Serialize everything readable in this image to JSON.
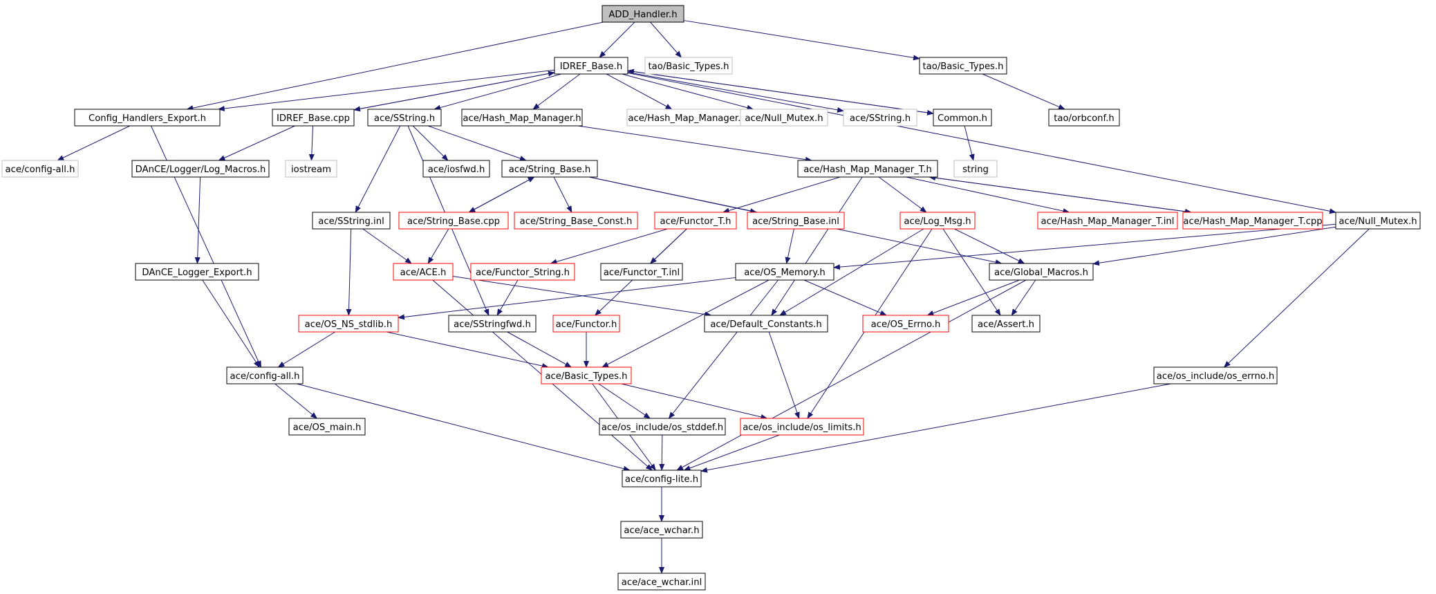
{
  "colors": {
    "edge": "#191970",
    "box_normal": "#000000",
    "box_truncated": "#ff0000",
    "box_external": "#bfbfbf",
    "root_fill": "#bfbfbf",
    "background": "#ffffff"
  },
  "nodes": [
    {
      "id": "add_handler",
      "label": "ADD_Handler.h",
      "style": "root"
    },
    {
      "id": "idref_base_h",
      "label": "IDREF_Base.h",
      "style": "normal"
    },
    {
      "id": "tao_basic_types_ext",
      "label": "tao/Basic_Types.h",
      "style": "external"
    },
    {
      "id": "tao_basic_types",
      "label": "tao/Basic_Types.h",
      "style": "normal"
    },
    {
      "id": "config_handlers_export",
      "label": "Config_Handlers_Export.h",
      "style": "normal"
    },
    {
      "id": "idref_base_cpp",
      "label": "IDREF_Base.cpp",
      "style": "normal"
    },
    {
      "id": "ace_sstring_h",
      "label": "ace/SString.h",
      "style": "normal"
    },
    {
      "id": "ace_hash_map_manager_h",
      "label": "ace/Hash_Map_Manager.h",
      "style": "normal"
    },
    {
      "id": "ace_hash_map_manager_h_ext",
      "label": "ace/Hash_Map_Manager.h",
      "style": "external"
    },
    {
      "id": "ace_null_mutex_ext",
      "label": "ace/Null_Mutex.h",
      "style": "external"
    },
    {
      "id": "ace_sstring_ext",
      "label": "ace/SString.h",
      "style": "external"
    },
    {
      "id": "common_h",
      "label": "Common.h",
      "style": "normal"
    },
    {
      "id": "tao_orbconf",
      "label": "tao/orbconf.h",
      "style": "normal"
    },
    {
      "id": "ace_config_all_ext",
      "label": "ace/config-all.h",
      "style": "external"
    },
    {
      "id": "dance_log_macros",
      "label": "DAnCE/Logger/Log_Macros.h",
      "style": "normal"
    },
    {
      "id": "iostream",
      "label": "iostream",
      "style": "external"
    },
    {
      "id": "ace_iosfwd",
      "label": "ace/iosfwd.h",
      "style": "normal"
    },
    {
      "id": "ace_string_base_h",
      "label": "ace/String_Base.h",
      "style": "normal"
    },
    {
      "id": "ace_hash_map_manager_t_h",
      "label": "ace/Hash_Map_Manager_T.h",
      "style": "normal"
    },
    {
      "id": "string_ext",
      "label": "string",
      "style": "external"
    },
    {
      "id": "ace_sstring_inl",
      "label": "ace/SString.inl",
      "style": "normal"
    },
    {
      "id": "ace_string_base_cpp",
      "label": "ace/String_Base.cpp",
      "style": "truncated"
    },
    {
      "id": "ace_string_base_const",
      "label": "ace/String_Base_Const.h",
      "style": "truncated"
    },
    {
      "id": "ace_functor_t_h",
      "label": "ace/Functor_T.h",
      "style": "truncated"
    },
    {
      "id": "ace_string_base_inl",
      "label": "ace/String_Base.inl",
      "style": "truncated"
    },
    {
      "id": "ace_log_msg",
      "label": "ace/Log_Msg.h",
      "style": "truncated"
    },
    {
      "id": "ace_hash_map_manager_t_inl",
      "label": "ace/Hash_Map_Manager_T.inl",
      "style": "truncated"
    },
    {
      "id": "ace_hash_map_manager_t_cpp",
      "label": "ace/Hash_Map_Manager_T.cpp",
      "style": "truncated"
    },
    {
      "id": "ace_null_mutex_h",
      "label": "ace/Null_Mutex.h",
      "style": "normal"
    },
    {
      "id": "dance_logger_export",
      "label": "DAnCE_Logger_Export.h",
      "style": "normal"
    },
    {
      "id": "ace_ace_h",
      "label": "ace/ACE.h",
      "style": "truncated"
    },
    {
      "id": "ace_functor_string",
      "label": "ace/Functor_String.h",
      "style": "truncated"
    },
    {
      "id": "ace_functor_t_inl",
      "label": "ace/Functor_T.inl",
      "style": "normal"
    },
    {
      "id": "ace_os_memory",
      "label": "ace/OS_Memory.h",
      "style": "normal"
    },
    {
      "id": "ace_global_macros",
      "label": "ace/Global_Macros.h",
      "style": "normal"
    },
    {
      "id": "ace_os_ns_stdlib",
      "label": "ace/OS_NS_stdlib.h",
      "style": "truncated"
    },
    {
      "id": "ace_sstringfwd",
      "label": "ace/SStringfwd.h",
      "style": "normal"
    },
    {
      "id": "ace_functor_h",
      "label": "ace/Functor.h",
      "style": "truncated"
    },
    {
      "id": "ace_default_constants",
      "label": "ace/Default_Constants.h",
      "style": "normal"
    },
    {
      "id": "ace_os_errno",
      "label": "ace/OS_Errno.h",
      "style": "truncated"
    },
    {
      "id": "ace_assert",
      "label": "ace/Assert.h",
      "style": "normal"
    },
    {
      "id": "ace_config_all",
      "label": "ace/config-all.h",
      "style": "normal"
    },
    {
      "id": "ace_basic_types",
      "label": "ace/Basic_Types.h",
      "style": "truncated"
    },
    {
      "id": "ace_os_include_os_errno",
      "label": "ace/os_include/os_errno.h",
      "style": "normal"
    },
    {
      "id": "ace_os_main",
      "label": "ace/OS_main.h",
      "style": "normal"
    },
    {
      "id": "ace_os_include_os_stddef",
      "label": "ace/os_include/os_stddef.h",
      "style": "normal"
    },
    {
      "id": "ace_os_include_os_limits",
      "label": "ace/os_include/os_limits.h",
      "style": "truncated"
    },
    {
      "id": "ace_config_lite",
      "label": "ace/config-lite.h",
      "style": "normal"
    },
    {
      "id": "ace_ace_wchar_h",
      "label": "ace/ace_wchar.h",
      "style": "normal"
    },
    {
      "id": "ace_ace_wchar_inl",
      "label": "ace/ace_wchar.inl",
      "style": "normal"
    }
  ],
  "edges": [
    [
      "add_handler",
      "idref_base_h"
    ],
    [
      "add_handler",
      "tao_basic_types_ext"
    ],
    [
      "add_handler",
      "tao_basic_types"
    ],
    [
      "add_handler",
      "config_handlers_export"
    ],
    [
      "idref_base_h",
      "config_handlers_export"
    ],
    [
      "idref_base_h",
      "idref_base_cpp"
    ],
    [
      "idref_base_h",
      "ace_sstring_h"
    ],
    [
      "idref_base_h",
      "ace_hash_map_manager_h"
    ],
    [
      "idref_base_h",
      "ace_hash_map_manager_h_ext"
    ],
    [
      "idref_base_h",
      "ace_null_mutex_ext"
    ],
    [
      "idref_base_h",
      "ace_sstring_ext"
    ],
    [
      "idref_base_h",
      "common_h"
    ],
    [
      "idref_base_h",
      "ace_null_mutex_h"
    ],
    [
      "idref_base_cpp",
      "idref_base_h"
    ],
    [
      "idref_base_cpp",
      "dance_log_macros"
    ],
    [
      "idref_base_cpp",
      "iostream"
    ],
    [
      "common_h",
      "idref_base_h"
    ],
    [
      "common_h",
      "string_ext"
    ],
    [
      "tao_basic_types",
      "tao_orbconf"
    ],
    [
      "config_handlers_export",
      "ace_config_all_ext"
    ],
    [
      "config_handlers_export",
      "ace_config_all"
    ],
    [
      "dance_log_macros",
      "dance_logger_export"
    ],
    [
      "dance_logger_export",
      "ace_config_all"
    ],
    [
      "ace_sstring_h",
      "ace_iosfwd"
    ],
    [
      "ace_sstring_h",
      "ace_string_base_h"
    ],
    [
      "ace_sstring_h",
      "ace_sstring_inl"
    ],
    [
      "ace_sstring_h",
      "ace_sstringfwd"
    ],
    [
      "ace_hash_map_manager_h",
      "ace_hash_map_manager_t_h"
    ],
    [
      "ace_string_base_h",
      "ace_string_base_cpp"
    ],
    [
      "ace_string_base_h",
      "ace_string_base_const"
    ],
    [
      "ace_string_base_h",
      "ace_string_base_inl"
    ],
    [
      "ace_string_base_h",
      "ace_global_macros"
    ],
    [
      "ace_string_base_cpp",
      "ace_string_base_h"
    ],
    [
      "ace_string_base_cpp",
      "ace_ace_h"
    ],
    [
      "ace_string_base_inl",
      "ace_os_memory"
    ],
    [
      "ace_sstring_inl",
      "ace_ace_h"
    ],
    [
      "ace_sstring_inl",
      "ace_os_ns_stdlib"
    ],
    [
      "ace_hash_map_manager_t_h",
      "ace_functor_t_h"
    ],
    [
      "ace_hash_map_manager_t_h",
      "ace_log_msg"
    ],
    [
      "ace_hash_map_manager_t_h",
      "ace_hash_map_manager_t_inl"
    ],
    [
      "ace_hash_map_manager_t_h",
      "ace_hash_map_manager_t_cpp"
    ],
    [
      "ace_hash_map_manager_t_h",
      "ace_default_constants"
    ],
    [
      "ace_hash_map_manager_t_cpp",
      "ace_hash_map_manager_t_h"
    ],
    [
      "ace_functor_t_h",
      "ace_functor_string"
    ],
    [
      "ace_functor_t_h",
      "ace_functor_t_inl"
    ],
    [
      "ace_functor_t_h",
      "ace_functor_h"
    ],
    [
      "ace_functor_string",
      "ace_sstringfwd"
    ],
    [
      "ace_log_msg",
      "ace_global_macros"
    ],
    [
      "ace_log_msg",
      "ace_default_constants"
    ],
    [
      "ace_log_msg",
      "ace_assert"
    ],
    [
      "ace_log_msg",
      "ace_os_include_os_limits"
    ],
    [
      "ace_null_mutex_h",
      "ace_global_macros"
    ],
    [
      "ace_null_mutex_h",
      "ace_os_memory"
    ],
    [
      "ace_null_mutex_h",
      "ace_os_include_os_errno"
    ],
    [
      "ace_global_macros",
      "ace_os_errno"
    ],
    [
      "ace_global_macros",
      "ace_assert"
    ],
    [
      "ace_global_macros",
      "ace_config_lite"
    ],
    [
      "ace_os_memory",
      "ace_os_ns_stdlib"
    ],
    [
      "ace_os_memory",
      "ace_basic_types"
    ],
    [
      "ace_os_memory",
      "ace_os_errno"
    ],
    [
      "ace_os_memory",
      "ace_os_include_os_stddef"
    ],
    [
      "ace_ace_h",
      "ace_default_constants"
    ],
    [
      "ace_ace_h",
      "ace_config_lite"
    ],
    [
      "ace_os_ns_stdlib",
      "ace_config_all"
    ],
    [
      "ace_os_ns_stdlib",
      "ace_basic_types"
    ],
    [
      "ace_sstringfwd",
      "ace_basic_types"
    ],
    [
      "ace_functor_h",
      "ace_basic_types"
    ],
    [
      "ace_default_constants",
      "ace_os_include_os_limits"
    ],
    [
      "ace_config_all",
      "ace_os_main"
    ],
    [
      "ace_config_all",
      "ace_config_lite"
    ],
    [
      "ace_basic_types",
      "ace_os_include_os_stddef"
    ],
    [
      "ace_basic_types",
      "ace_os_include_os_limits"
    ],
    [
      "ace_basic_types",
      "ace_config_lite"
    ],
    [
      "ace_os_include_os_errno",
      "ace_config_lite"
    ],
    [
      "ace_os_include_os_stddef",
      "ace_config_lite"
    ],
    [
      "ace_os_include_os_limits",
      "ace_config_lite"
    ],
    [
      "ace_config_lite",
      "ace_ace_wchar_h"
    ],
    [
      "ace_ace_wchar_h",
      "ace_ace_wchar_inl"
    ]
  ]
}
